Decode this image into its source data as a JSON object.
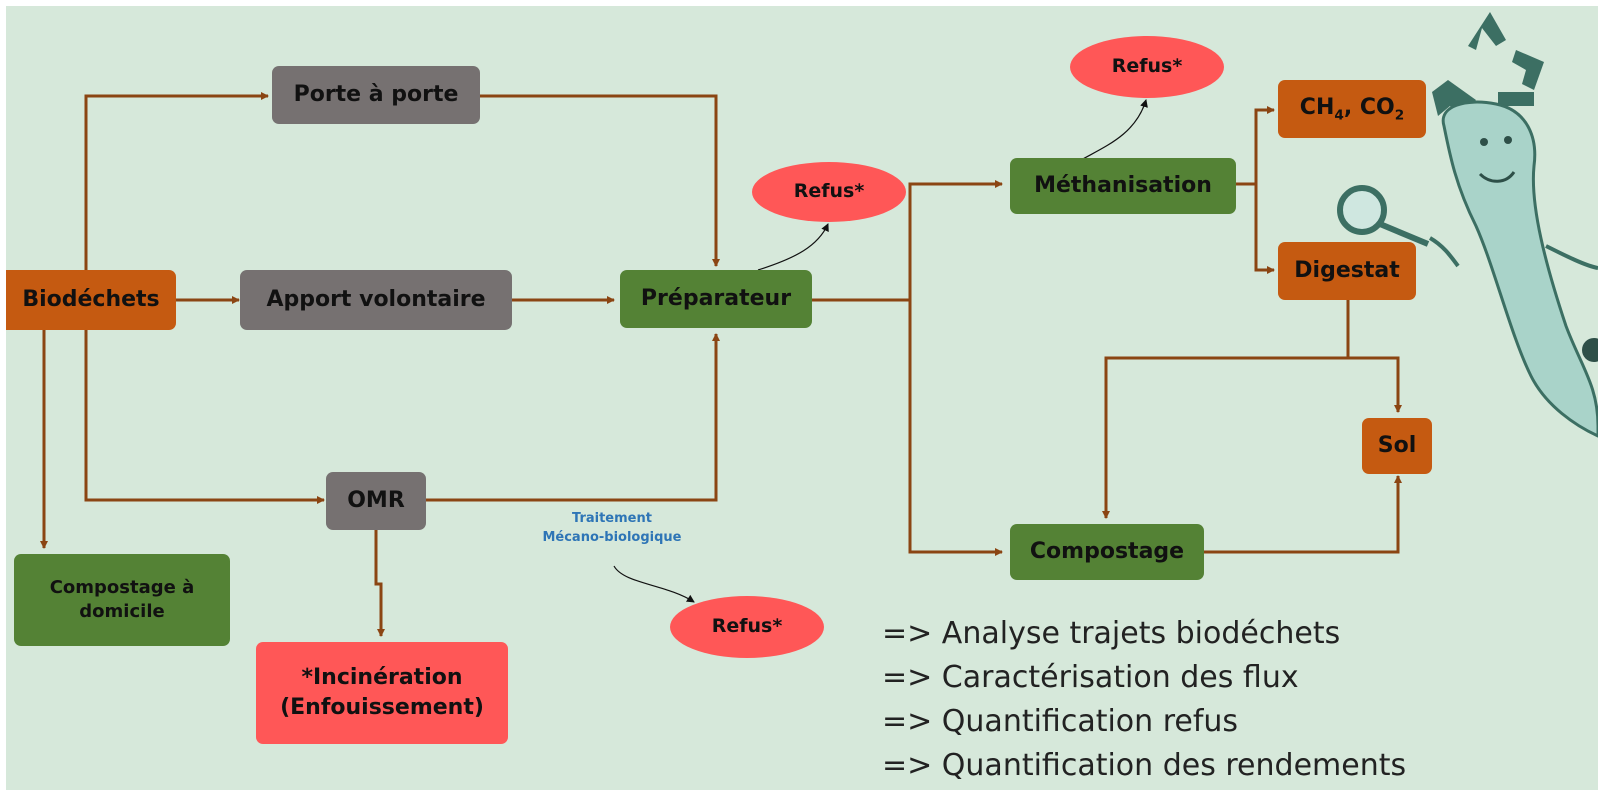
{
  "nodes": {
    "biodechets": "Biodéchets",
    "porte_a_porte": "Porte à porte",
    "apport_volontaire": "Apport volontaire",
    "omr": "OMR",
    "compostage_domicile": "Compostage à domicile",
    "incineration_line1": "*Incinération",
    "incineration_line2": "(Enfouissement)",
    "preparateur": "Préparateur",
    "refus_prep": "Refus*",
    "refus_tmb": "Refus*",
    "refus_metha": "Refus*",
    "methanisation": "Méthanisation",
    "compostage": "Compostage",
    "digestat": "Digestat",
    "sol": "Sol",
    "ch4_co2_part1": "CH",
    "ch4_co2_sub1": "4",
    "ch4_co2_part2": ", CO",
    "ch4_co2_sub2": "2"
  },
  "notes": {
    "tmb_line1": "Traitement",
    "tmb_line2": "Mécano-biologique"
  },
  "bullets": [
    "=> Analyse trajets biodéchets",
    "=> Caractérisation des flux",
    "=> Quantification refus",
    "=> Quantification des rendements"
  ],
  "colors": {
    "background": "#d6e8da",
    "arrow": "#8b4513",
    "orange": "#c55a11",
    "gray": "#767171",
    "green": "#548235",
    "red": "#ff5757",
    "note_blue": "#2e75b6"
  },
  "icons": [
    "recycle-icon",
    "magnifier-mascot-icon"
  ]
}
